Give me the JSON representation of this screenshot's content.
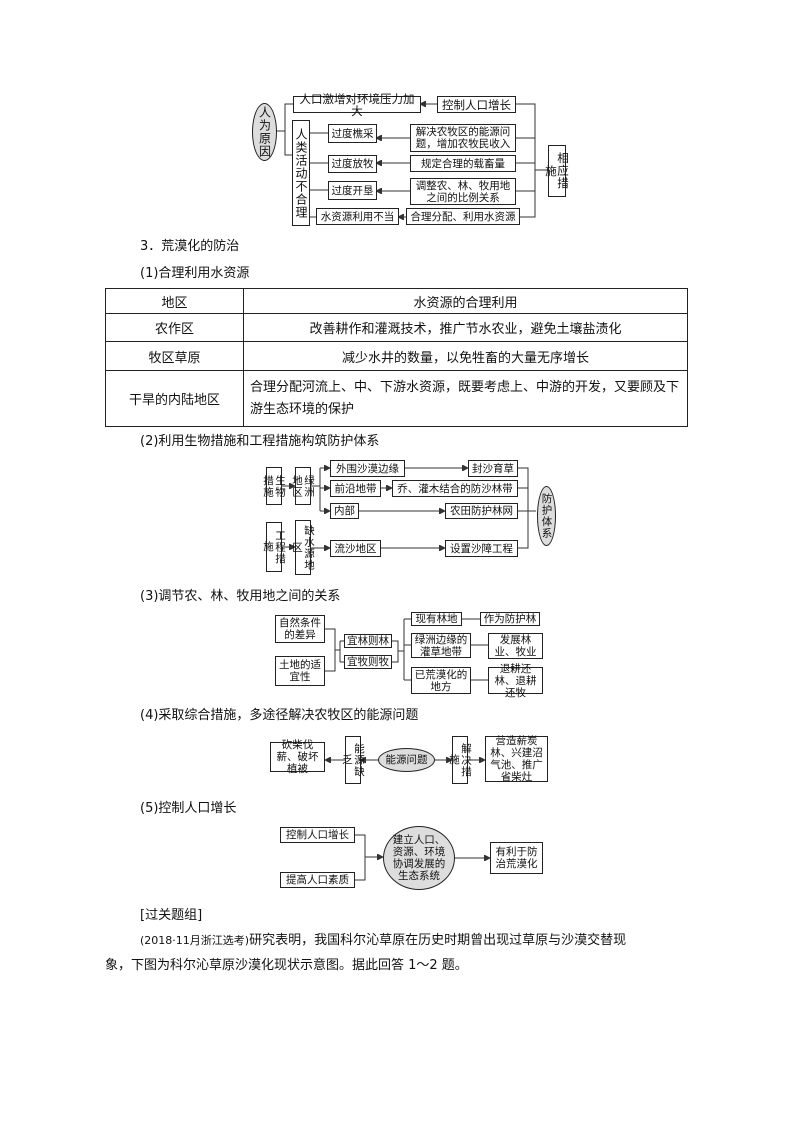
{
  "d1": {
    "cause": "人为原因",
    "pop": "人口激增对环境压力加大",
    "ctrl": "控制人口增长",
    "human": "人类活动不合理",
    "c1": "过度樵采",
    "m1": "解决农牧区的能源问题，增加农牧民收入",
    "c2": "过度放牧",
    "m2": "规定合理的载畜量",
    "c3": "过度开垦",
    "m3": "调整农、林、牧用地之间的比例关系",
    "c4": "水资源利用不当",
    "m4": "合理分配、利用水资源",
    "measures": "相应措施"
  },
  "sec3": "3．荒漠化的防治",
  "s1": "(1)合理利用水资源",
  "table": {
    "headers": [
      "地区",
      "水资源的合理利用"
    ],
    "rows": [
      [
        "农作区",
        "改善耕作和灌溉技术，推广节水农业，避免土壤盐渍化"
      ],
      [
        "牧区草原",
        "减少水井的数量，以免牲畜的大量无序增长"
      ],
      [
        "干旱的内陆地区",
        "合理分配河流上、中、下游水资源，既要考虑上、中游的开发，又要顾及下游生态环境的保护"
      ]
    ]
  },
  "s2": "(2)利用生物措施和工程措施构筑防护体系",
  "d2": {
    "bio": "生物措施",
    "oasis": "绿洲地区",
    "a1": "外围沙漠边缘",
    "b1": "封沙育草",
    "a2": "前沿地带",
    "b2": "乔、灌木结合的防沙林带",
    "a3": "内部",
    "b3": "农田防护林网",
    "eng": "工程措施",
    "water": "缺水源地区",
    "a4": "流沙地区",
    "b4": "设置沙障工程",
    "sys": "防护体系"
  },
  "s3": "(3)调节农、林、牧用地之间的关系",
  "d3": {
    "n1": "自然条件的差异",
    "n2": "土地的适宜性",
    "f": "宜林则林",
    "g": "宜牧则牧",
    "x1": "现有林地",
    "y1": "作为防护林",
    "x2": "绿洲边缘的灌草地带",
    "y2": "发展林业、牧业",
    "x3": "已荒漠化的地方",
    "y3": "退耕还林、退耕还牧"
  },
  "s4": "(4)采取综合措施，多途径解决农牧区的能源问题",
  "d4": {
    "cut": "砍柴伐薪、破坏植被",
    "lack": "能源缺乏",
    "prob": "能源问题",
    "sol": "解决措施",
    "act": "营造薪炭林、兴建沼气池、推广省柴灶"
  },
  "s5": "(5)控制人口增长",
  "d5": {
    "p1": "控制人口增长",
    "p2": "提高人口素质",
    "eco": "建立人口、资源、环境协调发展的生态系统",
    "res": "有利于防治荒漠化"
  },
  "group": "[过关题组]",
  "q_src": "(2018·11月浙江选考)",
  "q_l1": "研究表明，我国科尔沁草原在历史时期曾出现过草原与沙漠交替现",
  "q_l2": "象，下图为科尔沁草原沙漠化现状示意图。据此回答 1～2 题。"
}
